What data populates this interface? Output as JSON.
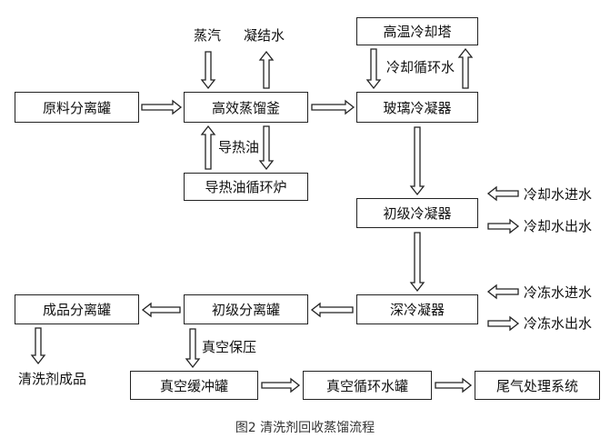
{
  "nodes": {
    "raw_separator": "原料分离罐",
    "still": "高效蒸馏釜",
    "glass_condenser": "玻璃冷凝器",
    "cooling_tower": "高温冷却塔",
    "oil_furnace": "导热油循环炉",
    "primary_condenser": "初级冷凝器",
    "deep_condenser": "深冷凝器",
    "primary_separator": "初级分离罐",
    "product_separator": "成品分离罐",
    "vacuum_buffer": "真空缓冲罐",
    "vacuum_tank": "真空循环水罐",
    "tail_gas": "尾气处理系统"
  },
  "labels": {
    "steam": "蒸汽",
    "condensate": "凝结水",
    "cooling_loop": "冷却循环水",
    "heat_oil": "导热油",
    "cw_in": "冷却水进水",
    "cw_out": "冷却水出水",
    "fw_in": "冷冻水进水",
    "fw_out": "冷冻水出水",
    "vacuum": "真空保压",
    "product": "清洗剂成品"
  },
  "caption": "图2 清洗剂回收蒸馏流程"
}
